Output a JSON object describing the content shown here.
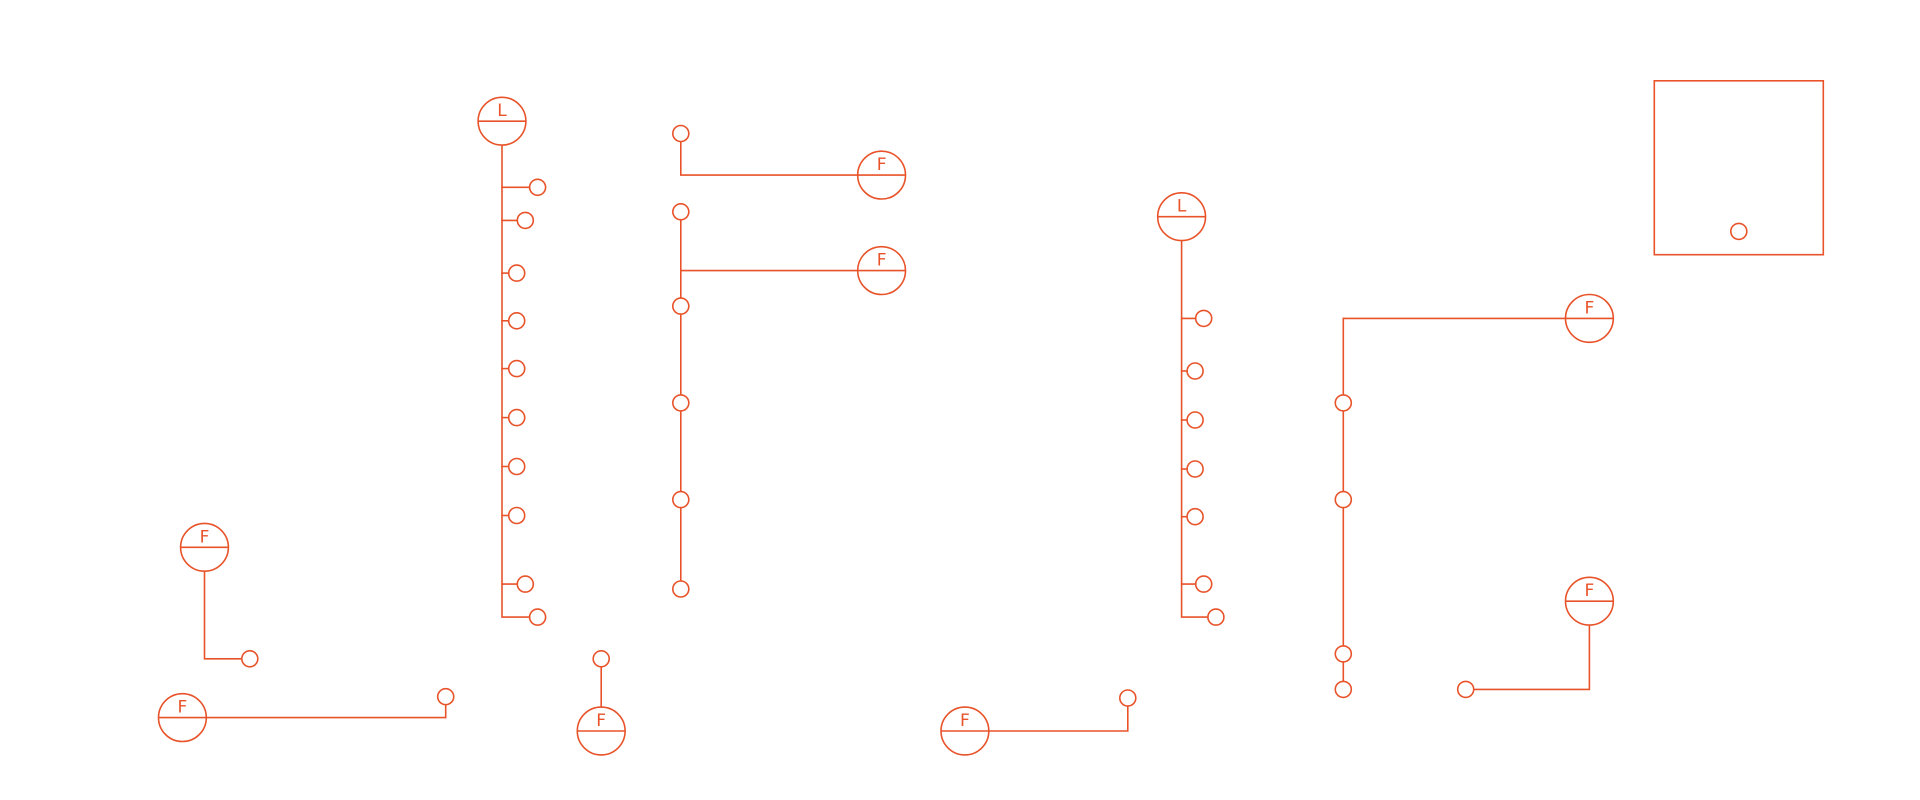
{
  "diagram": {
    "stroke_color": "#e8532a",
    "fixtures": [
      {
        "id": "fx-left-upper",
        "label": "F"
      },
      {
        "id": "fx-left-lower",
        "label": "F"
      },
      {
        "id": "fx-leader-1",
        "label": "L"
      },
      {
        "id": "fx-bottom-mid",
        "label": "F"
      },
      {
        "id": "fx-top-mid-1",
        "label": "F"
      },
      {
        "id": "fx-top-mid-2",
        "label": "F"
      },
      {
        "id": "fx-bottom-center",
        "label": "F"
      },
      {
        "id": "fx-leader-2",
        "label": "L"
      },
      {
        "id": "fx-right-upper",
        "label": "F"
      },
      {
        "id": "fx-right-lower",
        "label": "F"
      }
    ]
  }
}
